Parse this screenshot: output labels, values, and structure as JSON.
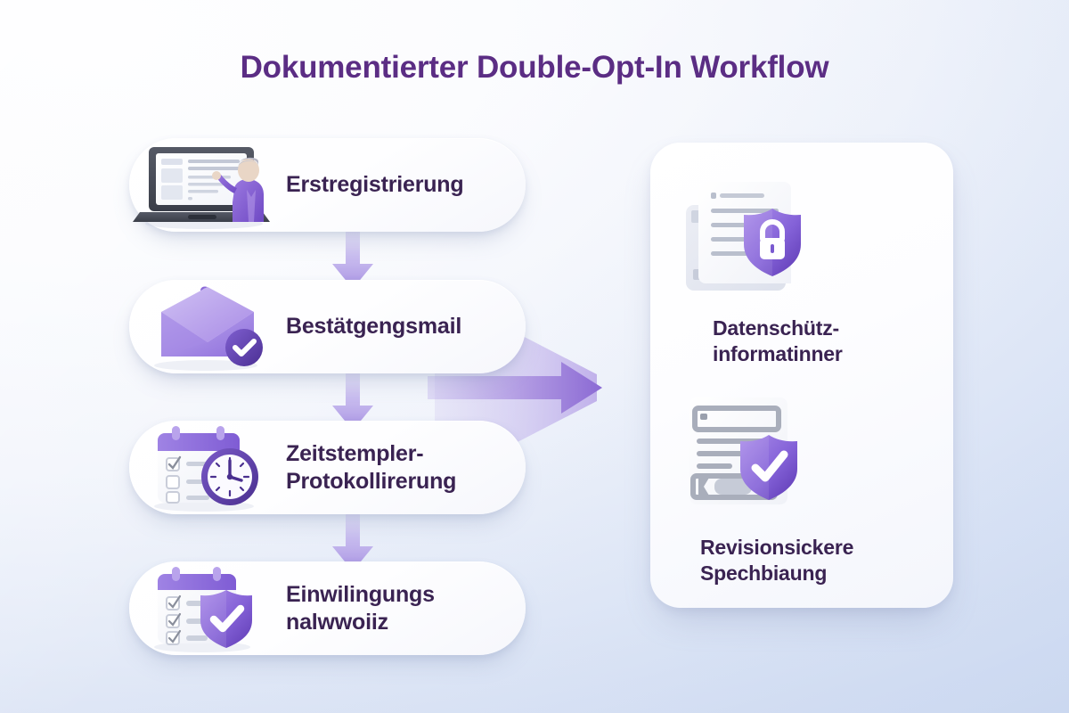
{
  "title": "Dokumentierter Double-Opt-In Workflow",
  "colors": {
    "title": "#5b2d84",
    "label": "#3a2352",
    "accent_purple": "#8b6fd8",
    "accent_purple_dark": "#5b3fa8",
    "card_bg": "#ffffff",
    "background_start": "#fdfdff",
    "background_end": "#cfdaf0"
  },
  "steps": [
    {
      "line1": "Erstregistrierung",
      "line2": "",
      "icon": "laptop-person-icon"
    },
    {
      "line1": "Bestätgengsmail",
      "line2": "",
      "icon": "envelope-check-icon"
    },
    {
      "line1": "Zeitstempler-",
      "line2": "Protokollirerung",
      "icon": "clipboard-clock-icon"
    },
    {
      "line1": "Einwilingungs",
      "line2": "nalwwoiiz",
      "icon": "clipboard-shield-icon"
    }
  ],
  "arrows": {
    "vertical_count": 3,
    "direction": "down",
    "funnel_direction": "right"
  },
  "panel": {
    "items": [
      {
        "line1": "Datenschütz-",
        "line2": "informatinner",
        "icon": "document-lock-shield-icon"
      },
      {
        "line1": "Revisionsickere",
        "line2": "Spechbiaung",
        "icon": "document-check-shield-icon"
      }
    ]
  }
}
